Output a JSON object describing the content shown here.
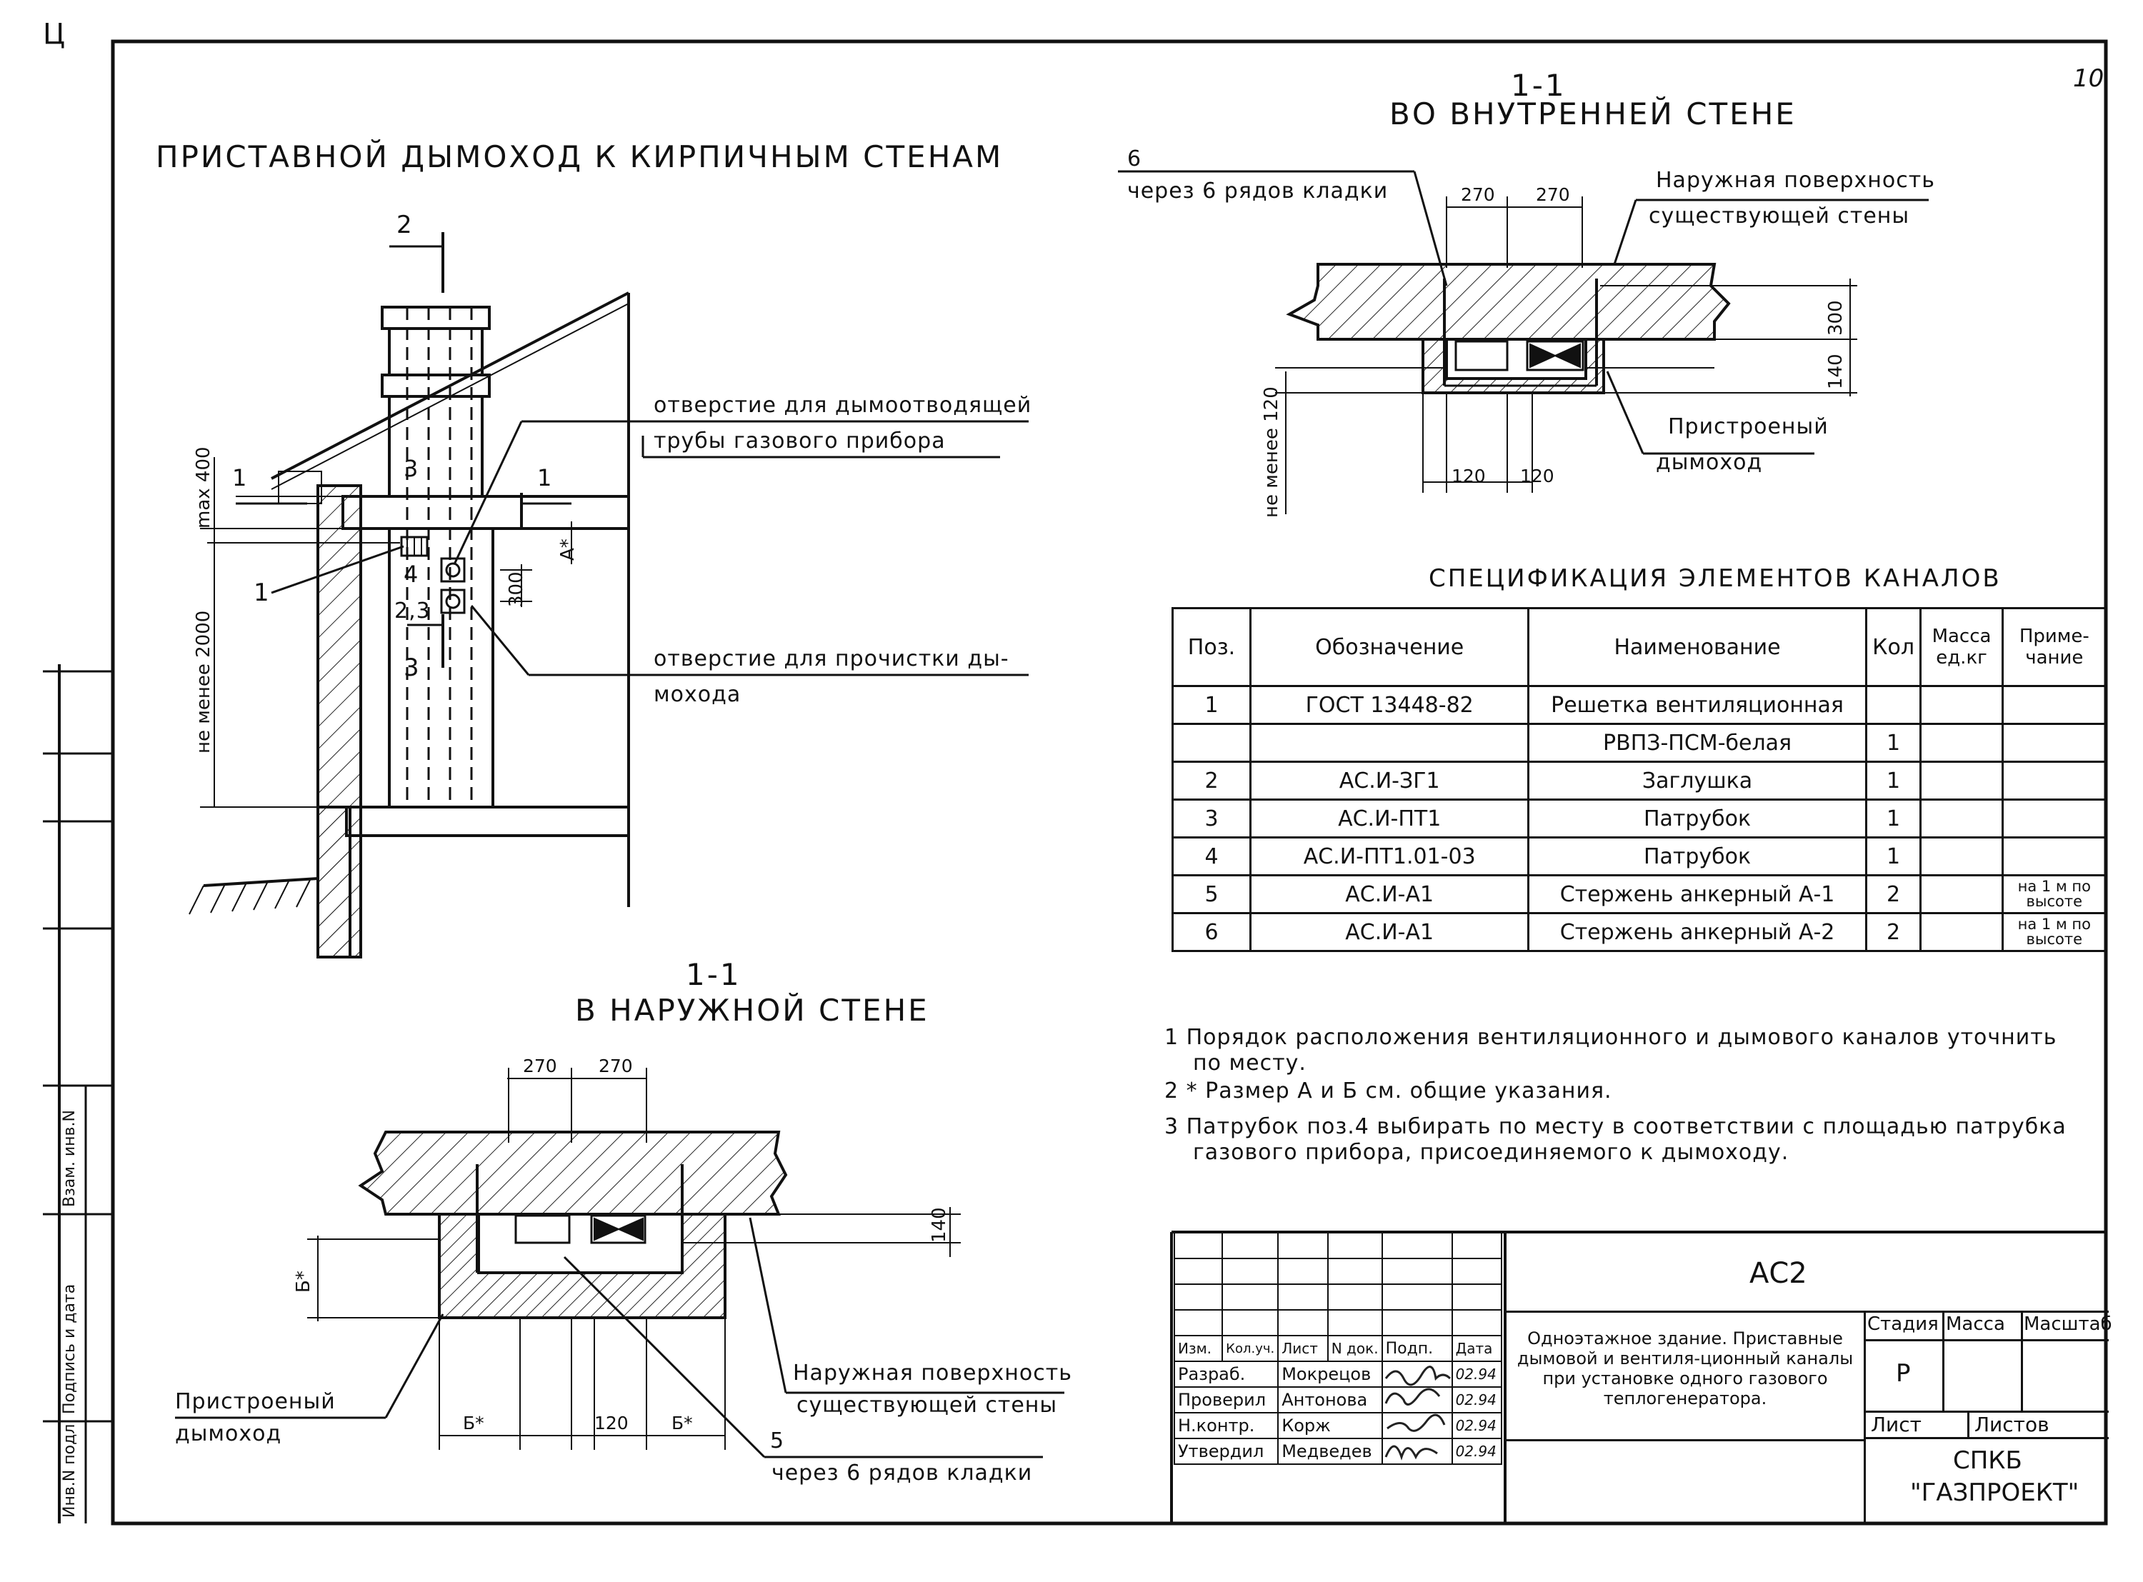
{
  "corner_mark": "Ц",
  "page_number": "10",
  "titles": {
    "main": "ПРИСТАВНОЙ ДЫМОХОД К КИРПИЧНЫМ СТЕНАМ",
    "inner_section_no": "1-1",
    "inner_section": "ВО ВНУТРЕННЕЙ СТЕНЕ",
    "outer_section_no": "1-1",
    "outer_section": "В НАРУЖНОЙ СТЕНЕ",
    "spec": "СПЕЦИФИКАЦИЯ ЭЛЕМЕНТОВ КАНАЛОВ"
  },
  "elevation": {
    "hole_gas_1": "отверстие для дымоотводящей",
    "hole_gas_2": "трубы газового прибора",
    "hole_clean_1": "отверстие для прочистки ды-",
    "hole_clean_2": "мохода",
    "cut_2": "2",
    "cut_3": "3",
    "pos_1": "1",
    "pos_4": "4",
    "pos_23": "2,3",
    "pos_3": "3",
    "cut_1_left": "1",
    "cut_1_right": "1",
    "dim_max400": "max 400",
    "dim_2000": "не менее 2000",
    "dim_300": "300",
    "dim_A": "А*"
  },
  "inner": {
    "pos_6": "6",
    "through_rows": "через 6 рядов кладки",
    "outer_surface_1": "Наружная поверхность",
    "outer_surface_2": "существующей стены",
    "attached_1": "Пристроеный",
    "attached_2": "дымоход",
    "dim_270a": "270",
    "dim_270b": "270",
    "dim_300": "300",
    "dim_140": "140",
    "dim_120a": "120",
    "dim_120b": "120",
    "dim_min120": "не менее 120"
  },
  "outer": {
    "dim_270a": "270",
    "dim_270b": "270",
    "dim_140": "140",
    "dim_B": "Б*",
    "dim_B_left": "Б*",
    "dim_120": "120",
    "dim_B_right": "Б*",
    "attached_1": "Пристроеный",
    "attached_2": "дымоход",
    "outer_surface_1": "Наружная поверхность",
    "outer_surface_2": "существующей стены",
    "pos_5": "5",
    "through_rows": "через 6 рядов кладки"
  },
  "spec": {
    "headers": [
      "Поз.",
      "Обозначение",
      "Наименование",
      "Кол",
      "Масса ед.кг",
      "Приме- чание"
    ],
    "rows": [
      [
        "1",
        "ГОСТ 13448-82",
        "Решетка вентиляционная",
        "",
        "",
        ""
      ],
      [
        "",
        "",
        "РВПЗ-ПСМ-белая",
        "1",
        "",
        ""
      ],
      [
        "2",
        "АС.И-ЗГ1",
        "Заглушка",
        "1",
        "",
        ""
      ],
      [
        "3",
        "АС.И-ПТ1",
        "Патрубок",
        "1",
        "",
        ""
      ],
      [
        "4",
        "АС.И-ПТ1.01-03",
        "Патрубок",
        "1",
        "",
        ""
      ],
      [
        "5",
        "АС.И-А1",
        "Стержень анкерный А-1",
        "2",
        "",
        "на 1 м по высоте"
      ],
      [
        "6",
        "АС.И-А1",
        "Стержень анкерный А-2",
        "2",
        "",
        "на 1 м по высоте"
      ]
    ]
  },
  "notes": [
    "1 Порядок расположения вентиляционного и дымового каналов уточнить по месту.",
    "2 * Размер А и Б см. общие указания.",
    "3 Патрубок поз.4 выбирать по месту в соответствии с площадью патрубка газового прибора, присоединяемого к дымоходу."
  ],
  "title_block": {
    "code": "АС2",
    "header": [
      "Изм.",
      "Кол.уч.",
      "Лист",
      "N док.",
      "Подп.",
      "Дата"
    ],
    "rows": [
      [
        "Разраб.",
        "Мокрецов",
        "02.94"
      ],
      [
        "Проверил",
        "Антонова",
        "02.94"
      ],
      [
        "Н.контр.",
        "Корж",
        "02.94"
      ],
      [
        "Утвердил",
        "Медведев",
        "02.94"
      ]
    ],
    "description": "Одноэтажное здание. Приставные дымовой и вентиля-ционный каналы при установке одного газового теплогенератора.",
    "stage_label": "Стадия",
    "mass_label": "Масса",
    "scale_label": "Масштаб",
    "stage_value": "Р",
    "sheet_label": "Лист",
    "sheets_label": "Листов",
    "org_1": "СПКБ",
    "org_2": "\"ГАЗПРОЕКТ\""
  },
  "side_stamps": [
    "Взам. инв.N",
    "Подпись и дата",
    "Инв.N подл"
  ]
}
